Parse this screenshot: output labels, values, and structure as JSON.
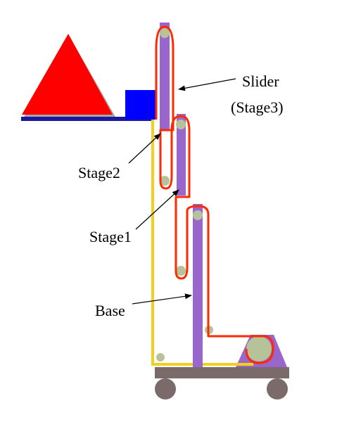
{
  "labels": {
    "slider_line1": "Slider",
    "slider_line2": "(Stage3)",
    "stage2": "Stage2",
    "stage1": "Stage1",
    "base": "Base"
  },
  "colors": {
    "payload_triangle": "#ff0000",
    "payload_base": "#1a1a9a",
    "carriage_block": "#0000ff",
    "stage_column": "#9966cc",
    "belt_red": "#ff2a00",
    "belt_yellow": "#f2d020",
    "pulley": "#b5c29a",
    "cart": "#7a6a6a"
  }
}
